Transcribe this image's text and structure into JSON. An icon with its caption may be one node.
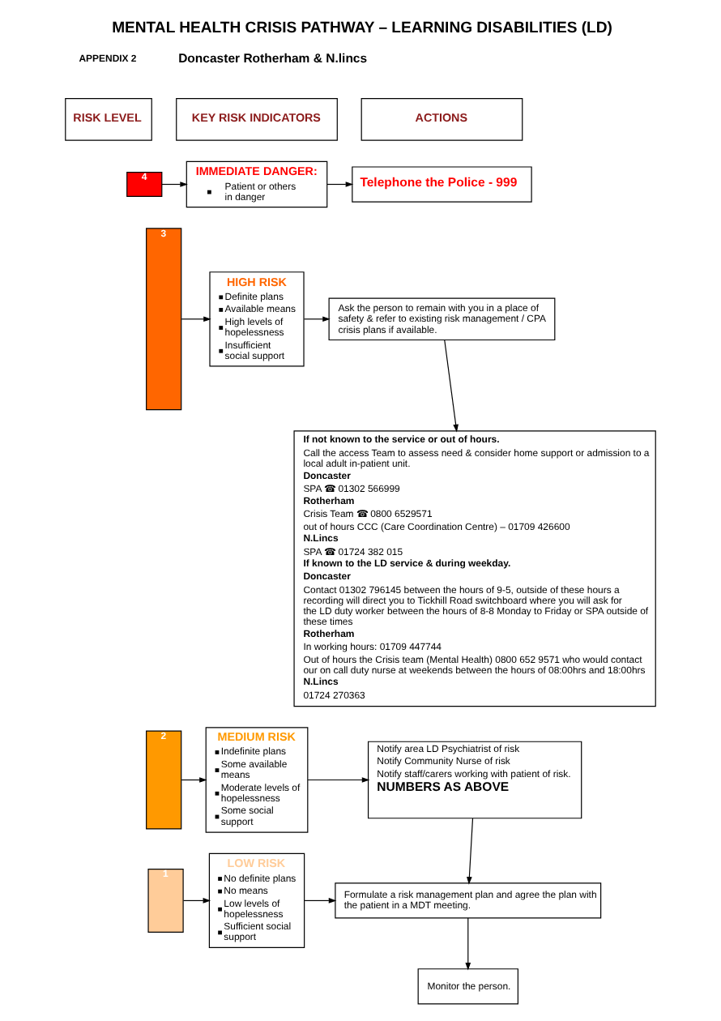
{
  "diagram": {
    "title": "MENTAL HEALTH CRISIS PATHWAY – LEARNING DISABILITIES (LD)",
    "nodes": [
      {
        "text": [
          "RISK LEVEL"
        ]
      },
      {
        "text": [
          "KEY RISK INDICATORS"
        ]
      },
      {
        "text": [
          "ACTIONS"
        ]
      },
      {
        "text": [
          "4"
        ]
      },
      {
        "text": [
          "IMMEDIATE DANGER:",
          "Patient or others in danger"
        ]
      },
      {
        "text": [
          "Telephone the Police - 999"
        ]
      },
      {
        "text": [
          "3"
        ]
      },
      {
        "text": [
          "HIGH RISK",
          "Definite plans",
          "Available means",
          "High levels of hopelessness",
          "Insufficient social support"
        ]
      },
      {
        "text": [
          "Ask the person to remain with you in a place of safety & refer to existing risk management / CPA crisis plans if available."
        ]
      },
      {
        "text": [
          "If not known to the service or out of hours.",
          "Call the access Team to assess need & consider home support or admission to a local adult in-patient unit.",
          "Doncaster",
          "SPA ☎ 01302 566999",
          "Rotherham",
          "Crisis Team ☎ 0800 6529571",
          "out of hours CCC (Care Coordination Centre) – 01709 426600",
          "N.Lincs",
          "SPA ☎ 01724 382 015",
          "If known to the LD service & during weekday.",
          "Doncaster",
          "Contact 01302 796145 between the hours of 9-5, outside of these hours a recording will direct you to Tickhill Road switchboard where you will ask for the LD duty worker between the hours of 8-8 Monday to Friday or SPA outside of these times",
          "Rotherham",
          "In working hours: 01709 447744",
          "Out of hours the Crisis team (Mental Health) 0800 652 9571 who would contact our on call duty nurse at weekends between the hours of 08:00hrs and 18:00hrs",
          "N.Lincs",
          "01724 270363"
        ]
      },
      {
        "text": [
          "2"
        ]
      },
      {
        "text": [
          "MEDIUM RISK",
          "Indefinite plans",
          "Some available means",
          "Moderate levels of hopelessness",
          "Some social support"
        ]
      },
      {
        "text": [
          "Notify area LD Psychiatrist of risk",
          "Notify Community Nurse of risk",
          "Notify staff/carers working with patient of risk.",
          "NUMBERS AS ABOVE"
        ]
      },
      {
        "text": [
          "1"
        ]
      },
      {
        "text": [
          "LOW RISK",
          "No definite plans",
          "No means",
          "Low levels of hopelessness",
          "Sufficient social support"
        ]
      },
      {
        "text": [
          "Formulate a risk management plan and agree the plan with the patient in a MDT meeting."
        ]
      },
      {
        "text": [
          "Monitor the person."
        ]
      }
    ],
    "edges": [
      {
        "from": 3,
        "to": 4,
        "arrow": "to"
      },
      {
        "from": 4,
        "to": 5,
        "arrow": "to"
      },
      {
        "from": 6,
        "to": 7,
        "arrow": "to"
      },
      {
        "from": 7,
        "to": 8,
        "arrow": "to"
      },
      {
        "from": 8,
        "to": 9,
        "arrow": "to"
      },
      {
        "from": 10,
        "to": 11,
        "arrow": "to"
      },
      {
        "from": 11,
        "to": 12,
        "arrow": "to"
      },
      {
        "from": 12,
        "to": 15,
        "arrow": "to"
      },
      {
        "from": 13,
        "to": 14,
        "arrow": "to"
      },
      {
        "from": 14,
        "to": 15,
        "arrow": "to"
      },
      {
        "from": 15,
        "to": 16,
        "arrow": "to"
      }
    ],
    "labels": [
      "APPENDIX 2",
      "Doncaster Rotherham & N.lincs"
    ]
  }
}
